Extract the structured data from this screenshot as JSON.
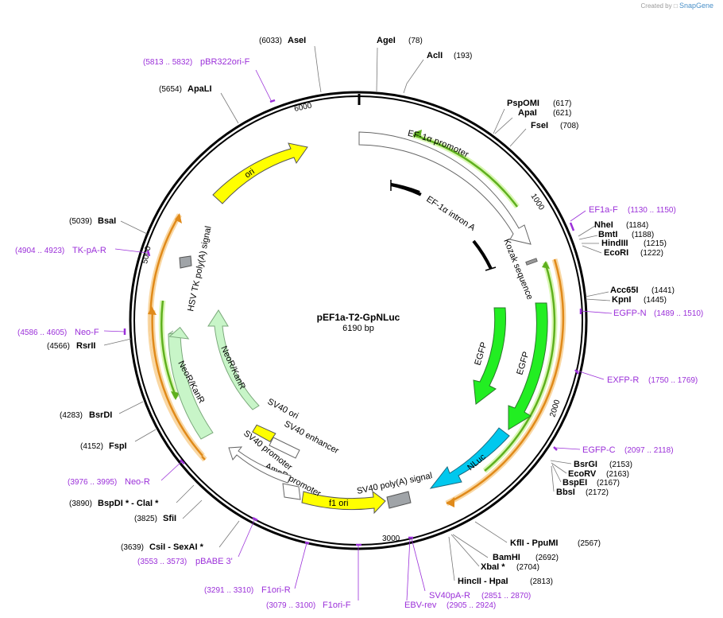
{
  "credit": {
    "text": "Created by",
    "brand": "SnapGene"
  },
  "plasmid": {
    "name": "pEF1a-T2-GpNLuc",
    "size": "6190 bp"
  },
  "ticks": [
    "1000",
    "2000",
    "3000",
    "5000",
    "6000"
  ],
  "features": {
    "ef1a_promoter": "EF-1α promoter",
    "ef1a_intron": "EF-1α intron A",
    "kozak": "Kozak sequence",
    "egfp_inner": "EGFP",
    "egfp_outer": "EGFP",
    "nluc": "NLuc",
    "sv40_polya": "SV40 poly(A) signal",
    "f1_ori": "f1 ori",
    "ampr_promoter": "AmpR promoter",
    "sv40_promoter": "SV40 promoter",
    "sv40_enhancer": "SV40 enhancer",
    "sv40_ori": "SV40 ori",
    "neo_outer": "NeoR/KanR",
    "neo_inner": "NeoR/KanR",
    "hsv_tk_polya": "HSV TK poly(A) signal",
    "ori": "ori"
  },
  "sites": [
    {
      "name": "AseI",
      "pos": "(6033)"
    },
    {
      "name": "AgeI",
      "pos": "(78)"
    },
    {
      "name": "AclI",
      "pos": "(193)"
    },
    {
      "name": "PspOMI",
      "pos": "(617)"
    },
    {
      "name": "ApaI",
      "pos": "(621)"
    },
    {
      "name": "FseI",
      "pos": "(708)"
    },
    {
      "name": "NheI",
      "pos": "(1184)"
    },
    {
      "name": "BmtI",
      "pos": "(1188)"
    },
    {
      "name": "HindIII",
      "pos": "(1215)"
    },
    {
      "name": "EcoRI",
      "pos": "(1222)"
    },
    {
      "name": "Acc65I",
      "pos": "(1441)"
    },
    {
      "name": "KpnI",
      "pos": "(1445)"
    },
    {
      "name": "BsrGI",
      "pos": "(2153)"
    },
    {
      "name": "EcoRV",
      "pos": "(2163)"
    },
    {
      "name": "BspEI",
      "pos": "(2167)"
    },
    {
      "name": "BbsI",
      "pos": "(2172)"
    },
    {
      "name": "KflI  - PpuMI",
      "pos": "(2567)"
    },
    {
      "name": "BamHI",
      "pos": "(2692)"
    },
    {
      "name": "XbaI *",
      "pos": "(2704)"
    },
    {
      "name": "HincII  - HpaI",
      "pos": "(2813)"
    },
    {
      "name": "CsiI  - SexAI *",
      "pos": "(3639)"
    },
    {
      "name": "SfiI",
      "pos": "(3825)"
    },
    {
      "name": "BspDI *  - ClaI *",
      "pos": "(3890)"
    },
    {
      "name": "FspI",
      "pos": "(4152)"
    },
    {
      "name": "BsrDI",
      "pos": "(4283)"
    },
    {
      "name": "RsrII",
      "pos": "(4566)"
    },
    {
      "name": "BsaI",
      "pos": "(5039)"
    },
    {
      "name": "ApaLI",
      "pos": "(5654)"
    }
  ],
  "primers": [
    {
      "name": "pBR322ori-F",
      "range": "(5813 .. 5832)"
    },
    {
      "name": "EF1a-F",
      "range": "(1130 .. 1150)"
    },
    {
      "name": "EGFP-N",
      "range": "(1489 .. 1510)"
    },
    {
      "name": "EXFP-R",
      "range": "(1750 .. 1769)"
    },
    {
      "name": "EGFP-C",
      "range": "(2097 .. 2118)"
    },
    {
      "name": "SV40pA-R",
      "range": "(2851 .. 2870)"
    },
    {
      "name": "EBV-rev",
      "range": "(2905 .. 2924)"
    },
    {
      "name": "F1ori-F",
      "range": "(3079 .. 3100)"
    },
    {
      "name": "F1ori-R",
      "range": "(3291 .. 3310)"
    },
    {
      "name": "pBABE 3'",
      "range": "(3553 .. 3573)"
    },
    {
      "name": "Neo-R",
      "range": "(3976 .. 3995)"
    },
    {
      "name": "Neo-F",
      "range": "(4586 .. 4605)"
    },
    {
      "name": "TK-pA-R",
      "range": "(4904 .. 4923)"
    }
  ],
  "colors": {
    "backbone": "#000000",
    "promoter": "#ffffff",
    "egfp": "#22ee22",
    "nluc": "#00c8ee",
    "ori": "#ffff00",
    "neo": "#c8f5c8",
    "polya": "#a0a4a8",
    "primer": "#9b30d9",
    "orange": "#e08a1a"
  }
}
